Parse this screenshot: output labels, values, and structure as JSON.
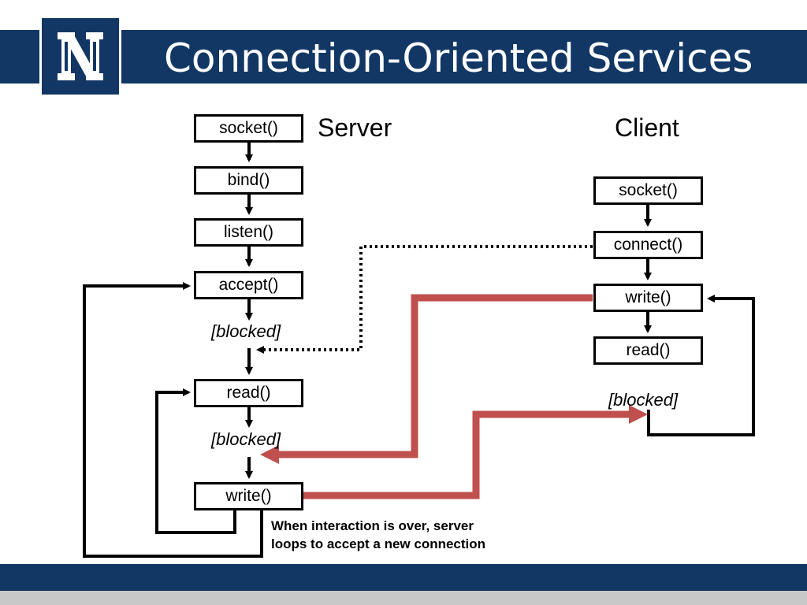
{
  "slide": {
    "title": "Connection-Oriented Services",
    "logo_letter": "N"
  },
  "colors": {
    "navy": "#123764",
    "data_arrow": "#c0504d",
    "flow": "#000000",
    "footer_strip": "#c8c8c8"
  },
  "server": {
    "label": "Server",
    "calls": {
      "socket": "socket()",
      "bind": "bind()",
      "listen": "listen()",
      "accept": "accept()",
      "read": "read()",
      "write": "write()"
    },
    "blocked_1": "[blocked]",
    "blocked_2": "[blocked]"
  },
  "client": {
    "label": "Client",
    "calls": {
      "socket": "socket()",
      "connect": "connect()",
      "write": "write()",
      "read": "read()"
    },
    "blocked": "[blocked]"
  },
  "note": {
    "line1": "When interaction is over, server",
    "line2": "loops to accept a new connection"
  },
  "edges": [
    {
      "from": "server.socket",
      "to": "server.bind",
      "style": "solid"
    },
    {
      "from": "server.bind",
      "to": "server.listen",
      "style": "solid"
    },
    {
      "from": "server.listen",
      "to": "server.accept",
      "style": "solid"
    },
    {
      "from": "server.accept",
      "to": "server.read",
      "style": "solid"
    },
    {
      "from": "server.read",
      "to": "server.write",
      "style": "solid"
    },
    {
      "from": "server.write",
      "to": "server.read",
      "style": "solid",
      "kind": "loop"
    },
    {
      "from": "server.write",
      "to": "server.accept",
      "style": "solid",
      "kind": "loop"
    },
    {
      "from": "client.socket",
      "to": "client.connect",
      "style": "solid"
    },
    {
      "from": "client.connect",
      "to": "client.write",
      "style": "solid"
    },
    {
      "from": "client.write",
      "to": "client.read",
      "style": "solid"
    },
    {
      "from": "client.read",
      "to": "client.write",
      "style": "solid",
      "kind": "loop"
    },
    {
      "from": "client.connect",
      "to": "server.accept",
      "style": "dotted"
    },
    {
      "from": "client.write",
      "to": "server.read",
      "style": "data"
    },
    {
      "from": "server.write",
      "to": "client.read",
      "style": "data"
    }
  ]
}
